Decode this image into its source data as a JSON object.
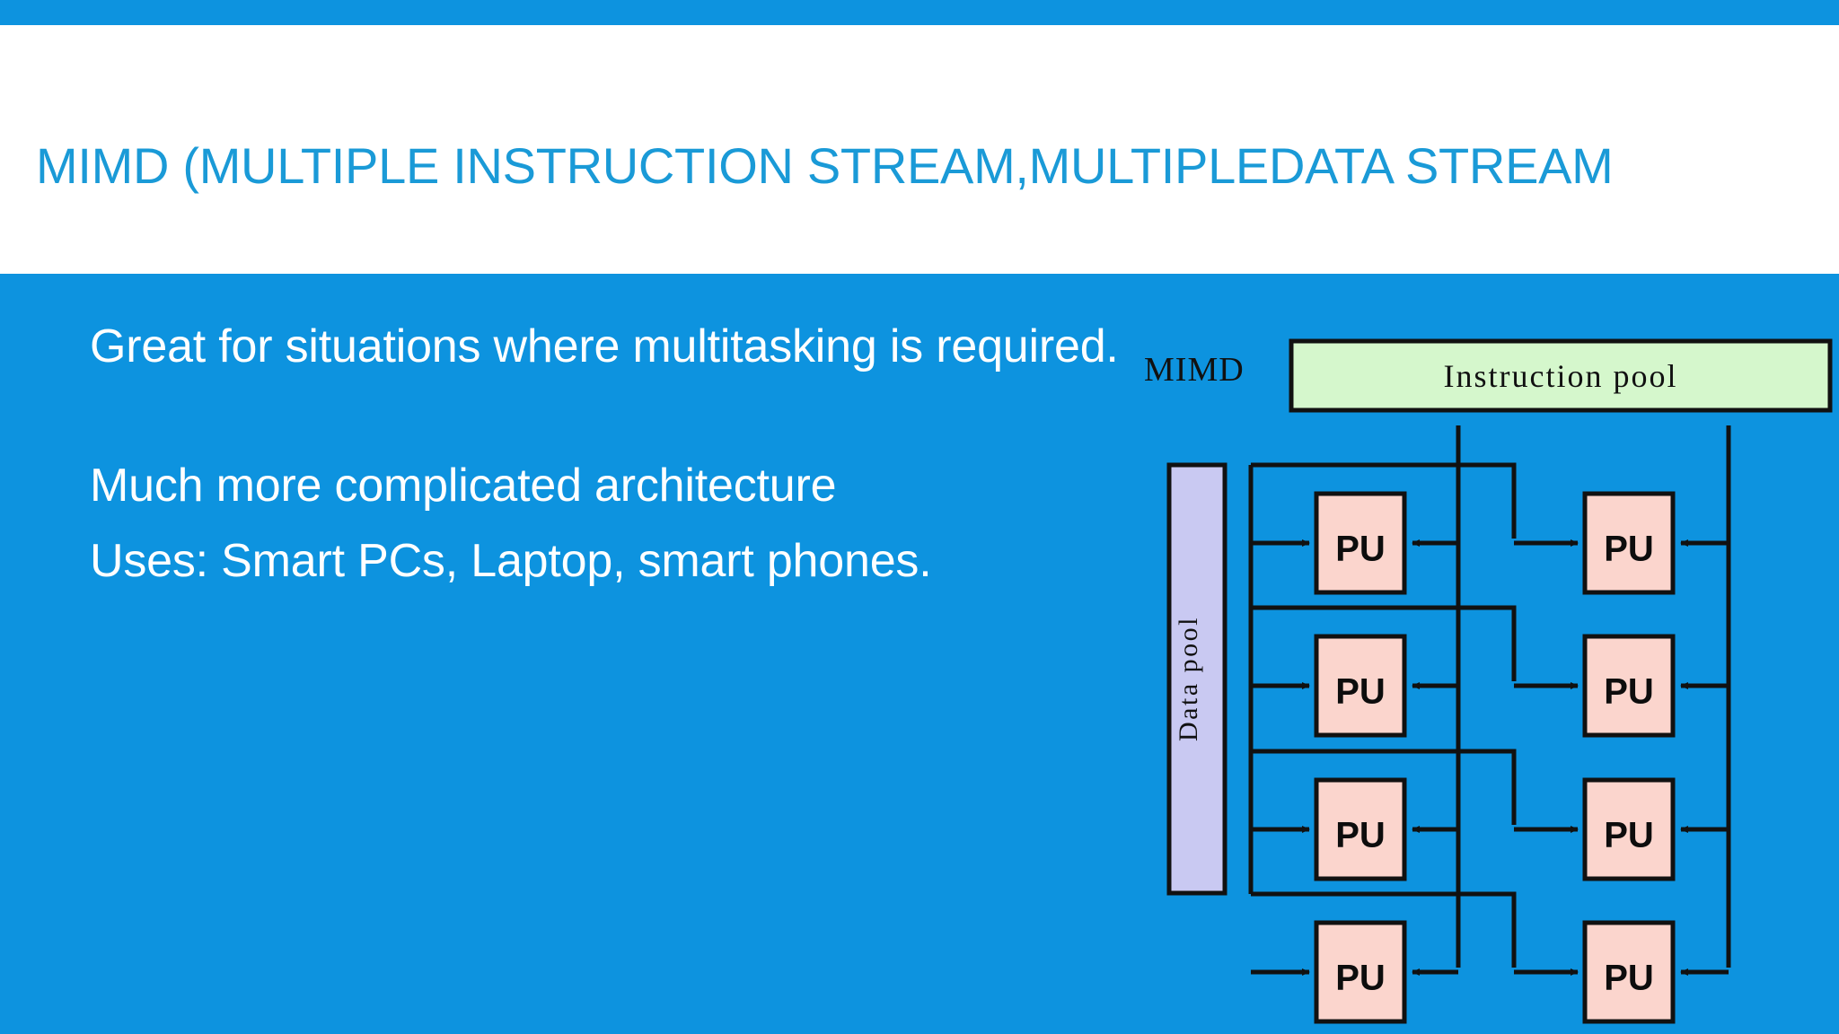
{
  "slide": {
    "title": "MIMD (MULTIPLE INSTRUCTION STREAM,MULTIPLEDATA STREAM",
    "background_color": "#0d93df",
    "title_color": "#1a9ad7",
    "title_band_color": "#ffffff",
    "body_text_color": "#ffffff"
  },
  "body": {
    "paragraphs": [
      "Great for situations where multitasking is required.",
      "Much more complicated architecture",
      "Uses: Smart PCs, Laptop, smart phones."
    ],
    "p1": "Great for situations where multitasking is required.",
    "p2": "Much more complicated architecture",
    "p3": "Uses: Smart PCs, Laptop, smart phones."
  },
  "diagram": {
    "model_label": "MIMD",
    "instruction_pool_label": "Instruction pool",
    "data_pool_label": "Data pool",
    "pu_label": "PU",
    "pu_count": 8,
    "pu_rows": 4,
    "pu_columns": 2,
    "colors": {
      "instruction_pool_fill": "#d5f7cc",
      "data_pool_fill": "#c9c9f2",
      "pu_fill": "#fbd5cd",
      "stroke": "#111111"
    },
    "processing_units": [
      {
        "row": 1,
        "column": "left",
        "label": "PU"
      },
      {
        "row": 1,
        "column": "right",
        "label": "PU"
      },
      {
        "row": 2,
        "column": "left",
        "label": "PU"
      },
      {
        "row": 2,
        "column": "right",
        "label": "PU"
      },
      {
        "row": 3,
        "column": "left",
        "label": "PU"
      },
      {
        "row": 3,
        "column": "right",
        "label": "PU"
      },
      {
        "row": 4,
        "column": "left",
        "label": "PU"
      },
      {
        "row": 4,
        "column": "right",
        "label": "PU"
      }
    ]
  }
}
